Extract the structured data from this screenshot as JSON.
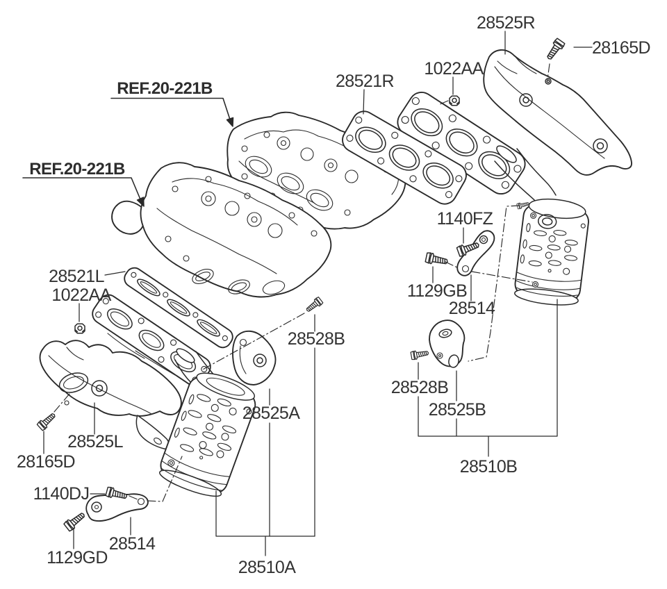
{
  "diagram": {
    "kind": "exploded-parts-diagram",
    "background_color": "#ffffff",
    "line_color": "#2a2a2a",
    "label_color": "#333333",
    "ref_label_color": "#2d2d2d"
  },
  "parts": {
    "ref_cylinder_head": "REF.20-221B",
    "heat_shield_right": "28525R",
    "heat_shield_left": "28525L",
    "heat_shield_inner_left": "28525A",
    "heat_shield_inner_right": "28525B",
    "gasket_right": "28521R",
    "gasket_left": "28521L",
    "manifold_assembly_left": "28510A",
    "manifold_assembly_right": "28510B",
    "stay_bracket": "28514",
    "bolt_28165d": "28165D",
    "nut_1022aa": "1022AA",
    "bolt_1140fz": "1140FZ",
    "bolt_1129gb": "1129GB",
    "bolt_1140dj": "1140DJ",
    "bolt_1129gd": "1129GD",
    "screw_28528b": "28528B"
  }
}
